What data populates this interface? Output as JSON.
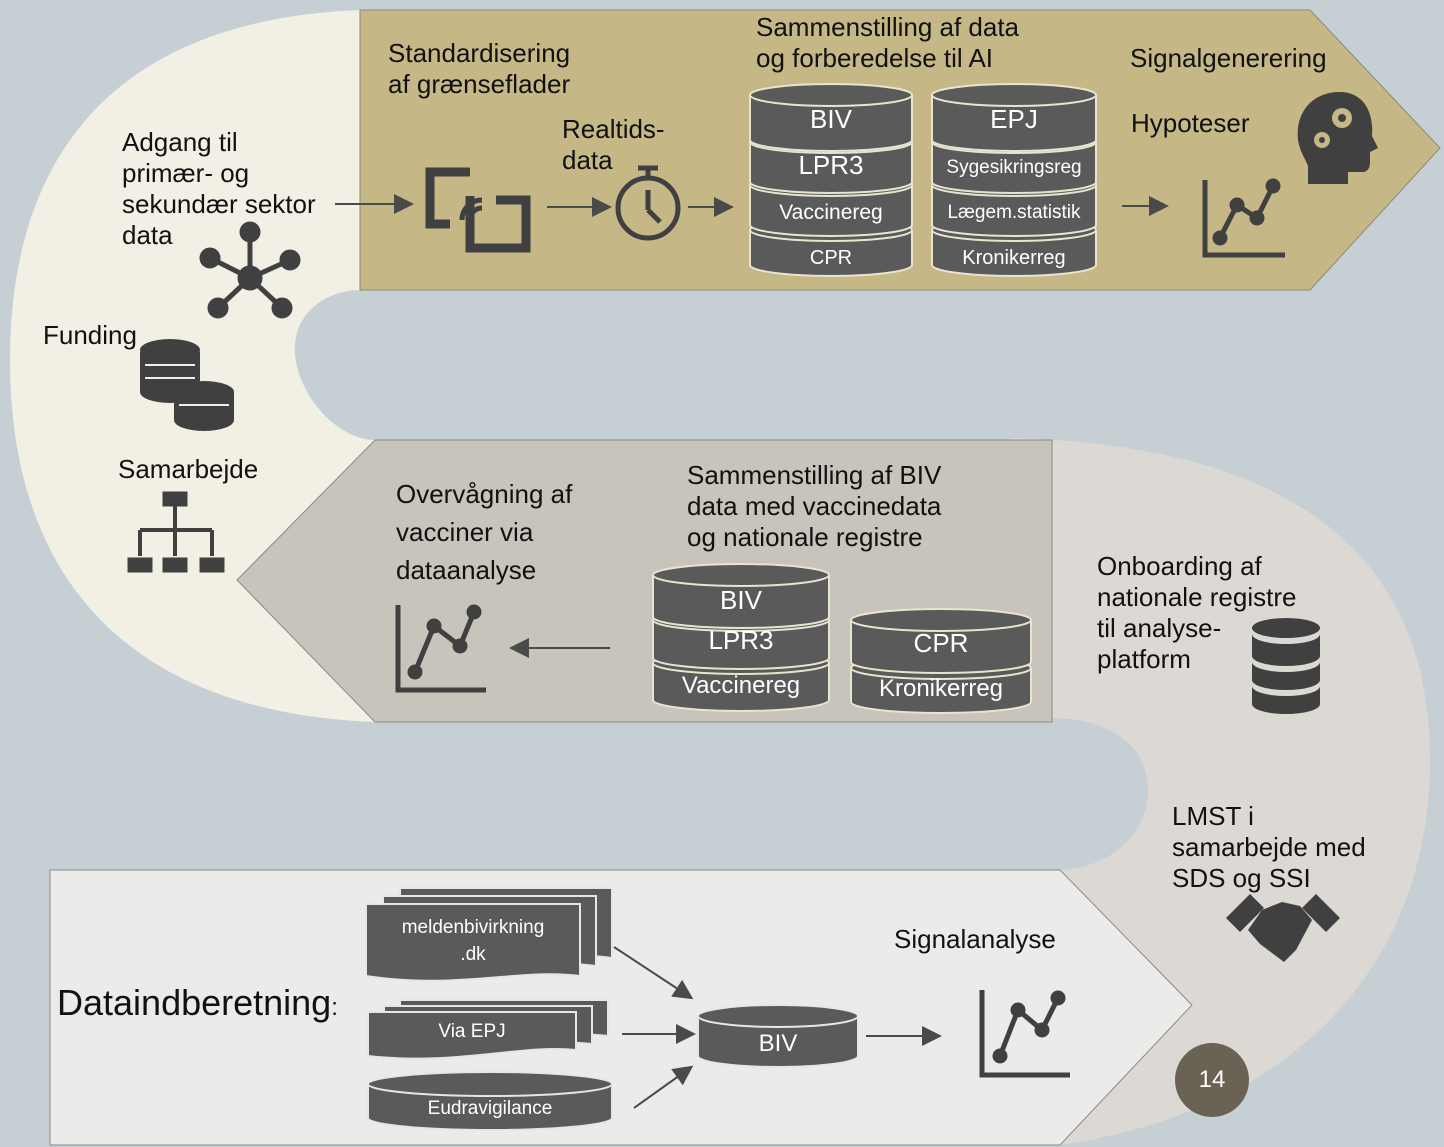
{
  "colors": {
    "background": "#c6d0d4",
    "band_top": "#c6b786",
    "band_middle": "#c8c3bb",
    "band_bottom": "#ebebe9",
    "curve_left": "#f2f0e4",
    "curve_right": "#dcd9d4",
    "icon": "#404040",
    "cylinder": "#5a5a5a"
  },
  "left": {
    "access": "Adgang til\nprimær- og\nsekundær sektor\ndata",
    "funding": "Funding",
    "collaboration": "Samarbejde"
  },
  "top": {
    "standardize": "Standardisering\naf grænseflader",
    "realtime": "Realtids-\ndata",
    "compile": "Sammenstilling af data\nog forberedelse til AI",
    "signal_generation": "Signalgenerering",
    "hypotheses": "Hypoteser",
    "stack1": [
      "BIV",
      "LPR3",
      "Vaccinereg",
      "CPR"
    ],
    "stack2": [
      "EPJ",
      "Sygesikringsreg",
      "Lægem.statistik",
      "Kronikerreg"
    ]
  },
  "middle": {
    "monitoring": "Overvågning af\nvacciner via\ndataanalyse",
    "compile": "Sammenstilling af BIV\ndata med vaccinedata\nog nationale registre",
    "stack1": [
      "BIV",
      "LPR3",
      "Vaccinereg"
    ],
    "stack2": [
      "CPR",
      "Kronikerreg"
    ]
  },
  "right": {
    "onboarding": "Onboarding af\nnationale registre\ntil analyse-\nplatform",
    "lmst": "LMST i\nsamarbejde med\nSDS og SSI"
  },
  "bottom": {
    "reporting": "Dataindberetning",
    "colon": ":",
    "source1": "meldenbivirkning\n.dk",
    "source2": "Via EPJ",
    "source3": "Eudravigilance",
    "db": "BIV",
    "signal_analysis": "Signalanalyse"
  },
  "page_number": "14"
}
